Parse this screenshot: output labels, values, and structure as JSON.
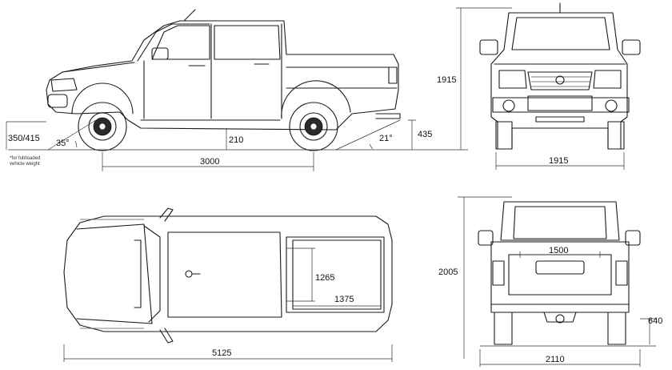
{
  "dimensions": {
    "ground_clearance": "350/415",
    "approach_angle": "35°",
    "footnote_line1": "*for full/loaded",
    "footnote_line2": "vehicle weight",
    "min_clearance": "210",
    "wheelbase": "3000",
    "departure_angle": "21°",
    "rear_clearance": "435",
    "height": "1915",
    "width_front": "1915",
    "bed_width": "1265",
    "bed_length": "1375",
    "overall_length": "5125",
    "cab_rear_width": "1500",
    "height_rear": "2005",
    "hitch_height": "640",
    "width_rear": "2110"
  }
}
